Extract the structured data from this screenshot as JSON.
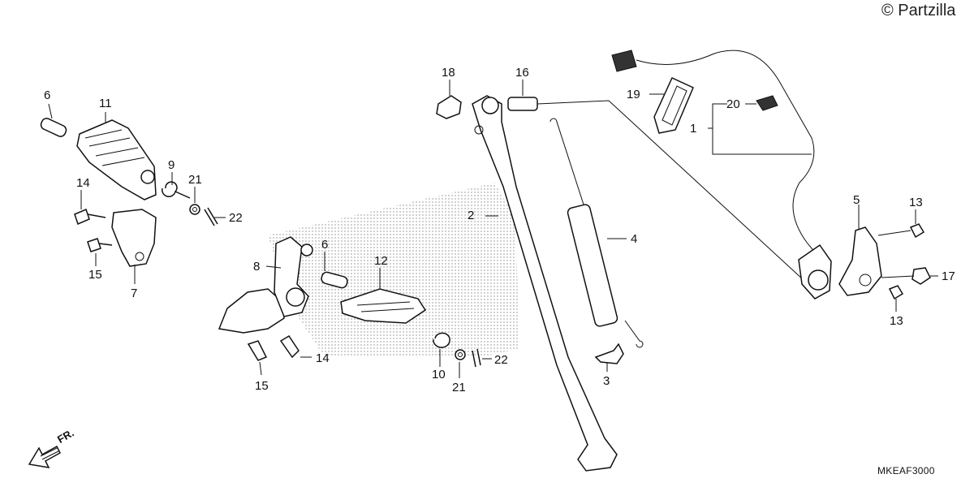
{
  "copyright": "© Partzilla",
  "drawing_code": "MKEAF3000",
  "front_label": "FR.",
  "callouts": {
    "c1": "1",
    "c2": "2",
    "c3": "3",
    "c4": "4",
    "c5": "5",
    "c6a": "6",
    "c6b": "6",
    "c7": "7",
    "c8": "8",
    "c9": "9",
    "c10": "10",
    "c11": "11",
    "c12": "12",
    "c13a": "13",
    "c13b": "13",
    "c14a": "14",
    "c14b": "14",
    "c15a": "15",
    "c15b": "15",
    "c16": "16",
    "c17": "17",
    "c18": "18",
    "c19": "19",
    "c20": "20",
    "c21a": "21",
    "c21b": "21",
    "c22a": "22",
    "c22b": "22"
  },
  "icons": {
    "front_arrow": "front-arrow-icon"
  }
}
